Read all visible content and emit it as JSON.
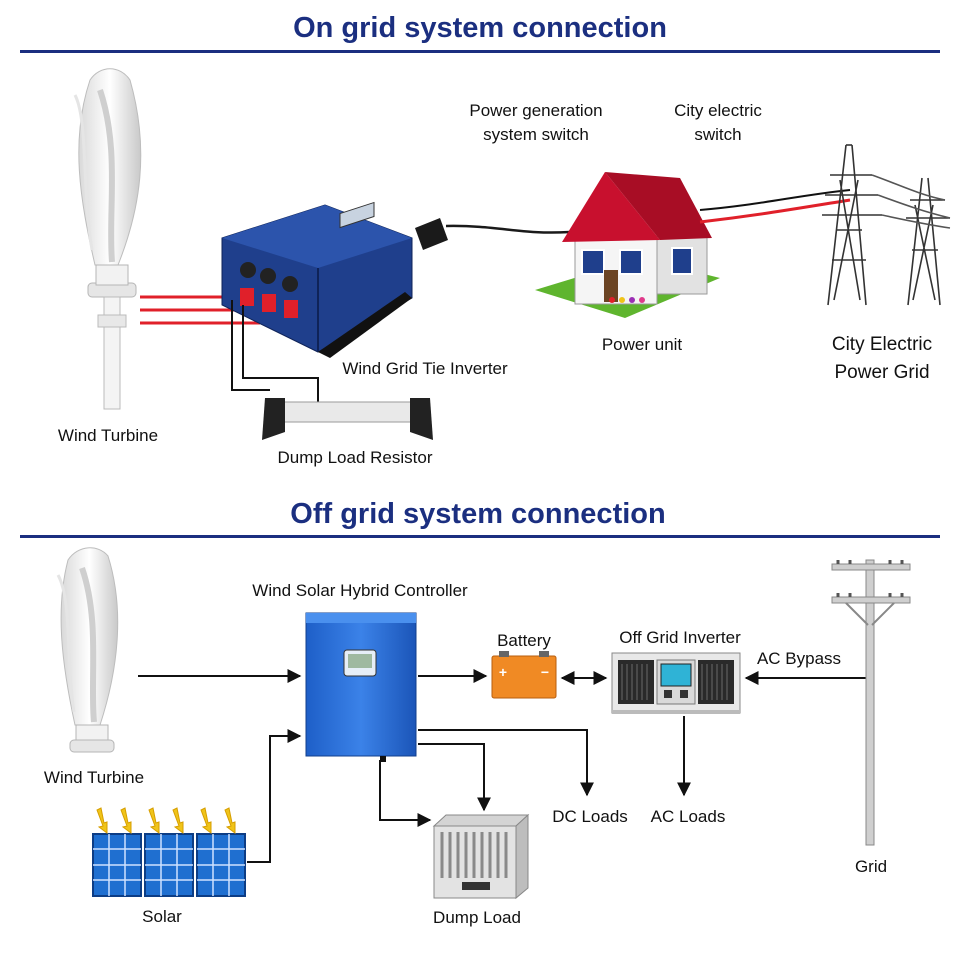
{
  "on_grid": {
    "title": "On grid system connection",
    "labels": {
      "wind_turbine": "Wind Turbine",
      "inverter": "Wind Grid Tie Inverter",
      "dump_resistor": "Dump Load Resistor",
      "gen_switch_1": "Power generation",
      "gen_switch_2": "system switch",
      "city_switch_1": "City electric",
      "city_switch_2": "switch",
      "power_unit": "Power unit",
      "city_grid_1": "City Electric",
      "city_grid_2": "Power Grid"
    }
  },
  "off_grid": {
    "title": "Off grid system connection",
    "labels": {
      "wind_turbine": "Wind Turbine",
      "controller": "Wind Solar Hybrid Controller",
      "battery": "Battery",
      "battery_plus": "+",
      "battery_minus": "−",
      "inverter": "Off Grid Inverter",
      "ac_bypass": "AC Bypass",
      "dc_loads": "DC Loads",
      "ac_loads": "AC Loads",
      "grid": "Grid",
      "solar": "Solar",
      "dump_load": "Dump Load"
    }
  },
  "colors": {
    "title": "#1b2f80",
    "rule": "#1b2f80",
    "inverter_blue": "#1f3f8c",
    "controller_blue": "#2a6fd6",
    "battery_orange": "#f08a24",
    "roof_red": "#c8102e",
    "wire_red": "#e0202a"
  }
}
